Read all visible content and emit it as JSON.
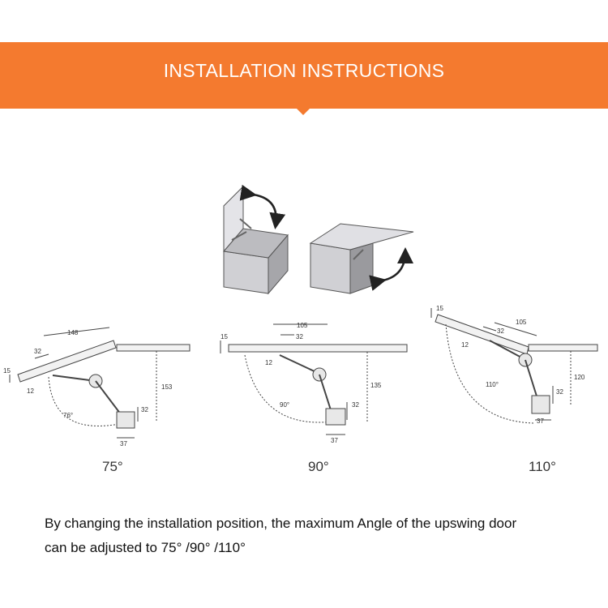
{
  "header": {
    "title": "INSTALLATION INSTRUCTIONS",
    "accent_color": "#f47a2f"
  },
  "diagrams": [
    {
      "angle_label": "75°",
      "dims": {
        "length": "148",
        "offset": "32",
        "thickness": "15",
        "small": "12",
        "height": "153",
        "vertical": "32",
        "bottom": "37",
        "arc": "76°"
      }
    },
    {
      "angle_label": "90°",
      "dims": {
        "length": "105",
        "offset": "32",
        "thickness": "15",
        "small": "12",
        "height": "135",
        "vertical": "32",
        "bottom": "37",
        "arc": "90°"
      }
    },
    {
      "angle_label": "110°",
      "dims": {
        "length": "105",
        "offset": "32",
        "thickness": "15",
        "small": "12",
        "height": "120",
        "vertical": "32",
        "bottom": "37",
        "arc": "110°"
      }
    }
  ],
  "caption": {
    "line1": "By changing the installation position, the maximum Angle of the upswing door",
    "line2": "can be adjusted to 75° /90° /110°"
  }
}
